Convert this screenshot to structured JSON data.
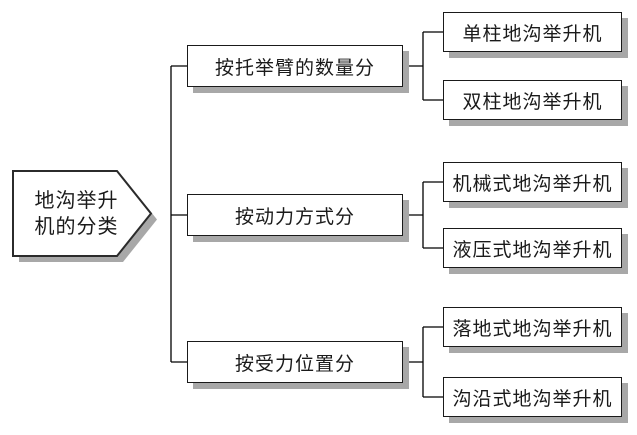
{
  "diagram": {
    "title": "地沟举升机的分类",
    "root": {
      "label_lines": [
        "地沟举升",
        "机的分类"
      ]
    },
    "branches": [
      {
        "label": "按托举臂的数量分",
        "children": [
          {
            "label": "单柱地沟举升机"
          },
          {
            "label": "双柱地沟举升机"
          }
        ]
      },
      {
        "label": "按动力方式分",
        "children": [
          {
            "label": "机械式地沟举升机"
          },
          {
            "label": "液压式地沟举升机"
          }
        ]
      },
      {
        "label": "按受力位置分",
        "children": [
          {
            "label": "落地式地沟举升机"
          },
          {
            "label": "沟沿式地沟举升机"
          }
        ]
      }
    ],
    "colors": {
      "background": "#ffffff",
      "box_fill": "#ffffff",
      "box_border": "#1a1a1a",
      "shadow": "#a8a8a8",
      "line": "#000000",
      "text": "#1a1a1a"
    }
  }
}
